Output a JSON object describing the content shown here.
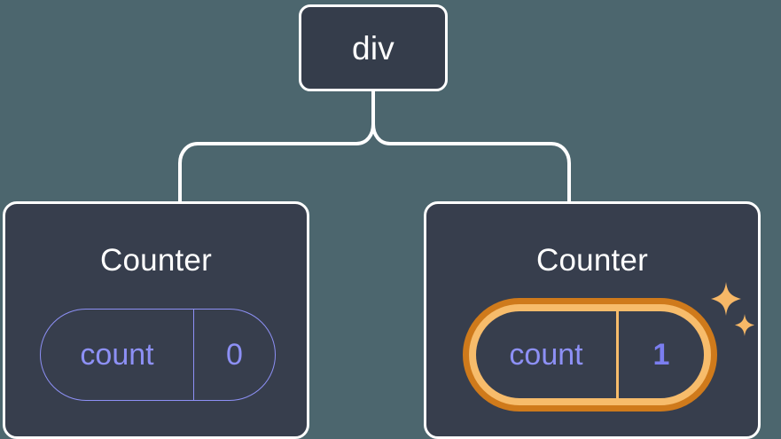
{
  "diagram": {
    "background_color": "#4c666e",
    "node_fill_color": "#353d4b",
    "node_border_color": "#ffffff",
    "card_fill_color": "#373e4d",
    "accent_purple": "#8d90f5",
    "accent_purple_bold": "#7b7ef0",
    "highlight_orange_outer": "#cf7a1b",
    "highlight_orange_inner": "#f7bc6b",
    "root": {
      "label": "div"
    },
    "children": [
      {
        "title": "Counter",
        "state": {
          "key": "count",
          "value": "0"
        },
        "highlighted": "false"
      },
      {
        "title": "Counter",
        "state": {
          "key": "count",
          "value": "1"
        },
        "highlighted": "true"
      }
    ],
    "sparkles": {
      "big_icon": "sparkle-star-icon",
      "small_icon": "sparkle-star-small-icon"
    }
  }
}
